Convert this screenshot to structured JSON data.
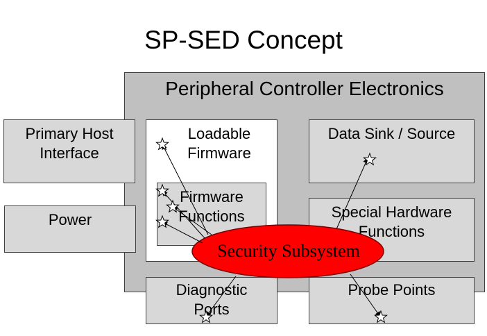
{
  "title": "SP-SED Concept",
  "outer": {
    "label": "Peripheral Controller Electronics"
  },
  "boxes": {
    "primary_host": "Primary Host\nInterface",
    "power": "Power",
    "loadable_firmware": "Loadable\nFirmware",
    "firmware_functions": "Firmware\nFunctions",
    "data_sink": "Data Sink / Source",
    "special_hardware": "Special Hardware\nFunctions",
    "diagnostic_ports": "Diagnostic\nPorts",
    "probe_points": "Probe Points"
  },
  "security": {
    "label": "Security Subsystem",
    "color": "#ff0000"
  },
  "colors": {
    "box_fill": "#d8d8d8",
    "outer_fill": "#c0c0c0",
    "loadable_fill": "#ffffff"
  },
  "icons": [
    "star-icon"
  ]
}
